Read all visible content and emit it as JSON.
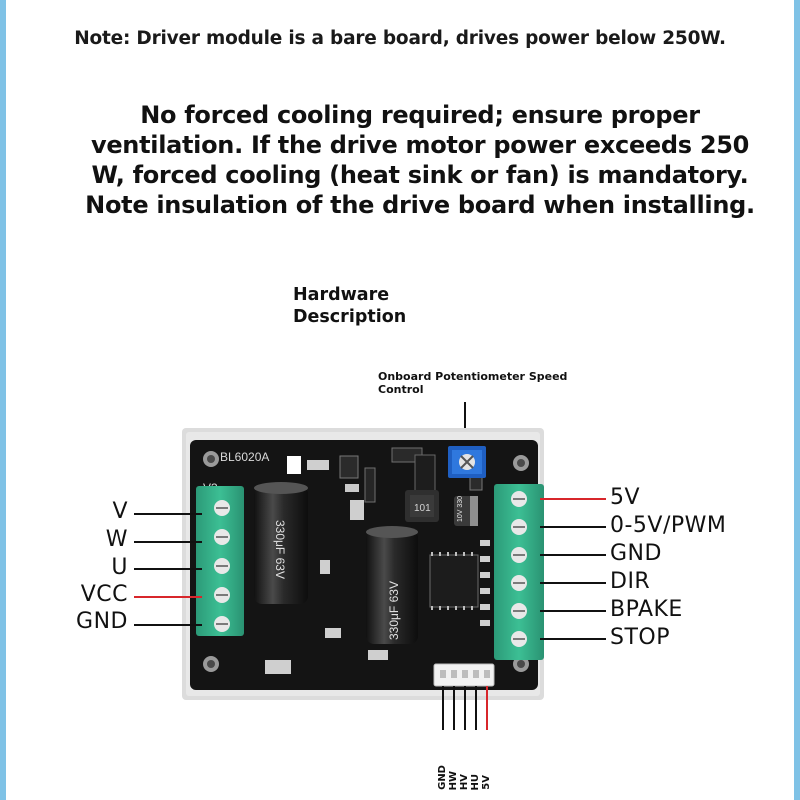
{
  "note_top": "Note: Driver module is a bare board, drives power below 250W.",
  "note_main_lines": [
    "No forced cooling required; ensure proper",
    "ventilation. If the drive motor power exceeds 250",
    "W, forced cooling (heat sink or fan) is mandatory.",
    "Note insulation of the drive board when installing."
  ],
  "hardware_title_lines": [
    "Hardware",
    "Description"
  ],
  "potentiometer_label_lines": [
    "Onboard Potentiometer Speed",
    "Control"
  ],
  "board": {
    "model": "BL6020A",
    "version": "V3",
    "capacitor_left": "330μF 63V",
    "capacitor_right": "330μF 63V",
    "inductor": "101",
    "small_cap": "10V 330"
  },
  "left_terminals": [
    "V",
    "W",
    "U",
    "VCC",
    "GND"
  ],
  "right_terminals": [
    "5V",
    "0-5V/PWM",
    "GND",
    "DIR",
    "BPAKE",
    "STOP"
  ],
  "bottom_connector": [
    "GND",
    "HW",
    "HV",
    "HU",
    "5V"
  ],
  "colors": {
    "pcb": "#141414",
    "terminal_block": "#35b08a",
    "wire_red": "#d8262b",
    "pot_blue": "#1f5fc2",
    "edge_strip": "#7fc2e6"
  }
}
